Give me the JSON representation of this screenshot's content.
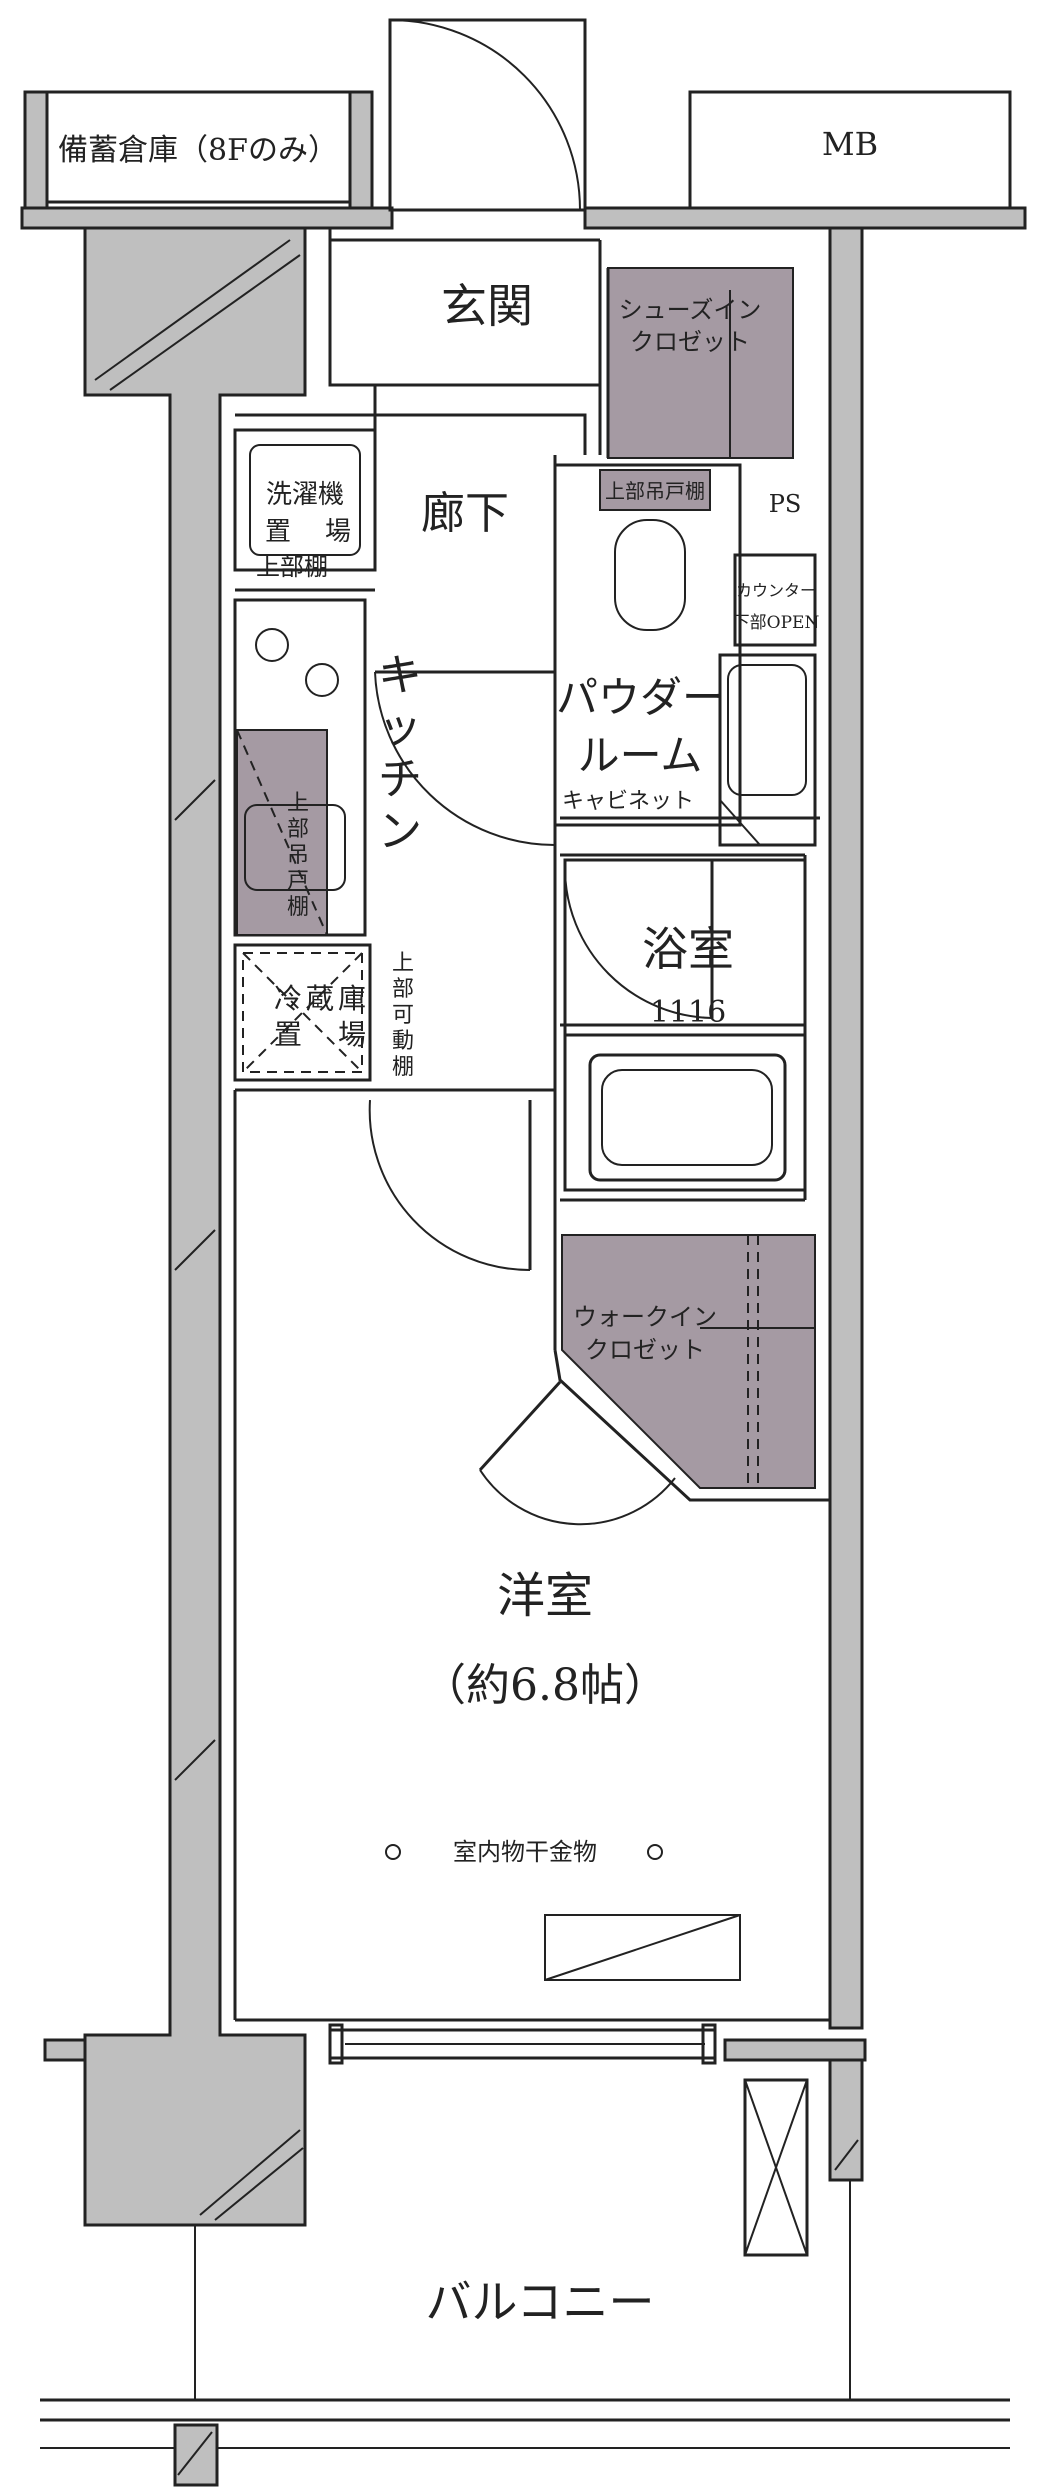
{
  "colors": {
    "wall": "#bfbfbf",
    "closet": "#a59aa3",
    "line": "#222222",
    "background": "#ffffff"
  },
  "rooms": {
    "storage": "備蓄倉庫（8Fのみ）",
    "mb": "MB",
    "entrance": "玄関",
    "shoe_closet_1": "シューズイン",
    "shoe_closet_2": "クロゼット",
    "corridor": "廊下",
    "upper_cabinet_toilet": "上部吊戸棚",
    "ps": "PS",
    "washer_1": "洗濯機",
    "washer_2a": "置",
    "washer_2b": "場",
    "washer_shelf": "上部棚",
    "counter_1": "カウンター",
    "counter_2": "下部OPEN",
    "kitchen_1": "キ",
    "kitchen_2": "ッ",
    "kitchen_3": "チ",
    "kitchen_4": "ン",
    "kitchen_cab_1": "上",
    "kitchen_cab_2": "部",
    "kitchen_cab_3": "吊",
    "kitchen_cab_4": "戸",
    "kitchen_cab_5": "棚",
    "powder_1": "パウダー",
    "powder_2": "ルーム",
    "cabinet": "キャビネット",
    "bath": "浴室",
    "bath_size": "1116",
    "fridge_1a": "冷",
    "fridge_1b": "蔵",
    "fridge_1c": "庫",
    "fridge_2a": "置",
    "fridge_2b": "場",
    "movable_1": "上",
    "movable_2": "部",
    "movable_3": "可",
    "movable_4": "動",
    "movable_5": "棚",
    "wic_1": "ウォークイン",
    "wic_2": "クロゼット",
    "western_room": "洋室",
    "western_size": "（約6.8帖）",
    "drying_rack": "室内物干金物",
    "balcony": "バルコニー"
  }
}
